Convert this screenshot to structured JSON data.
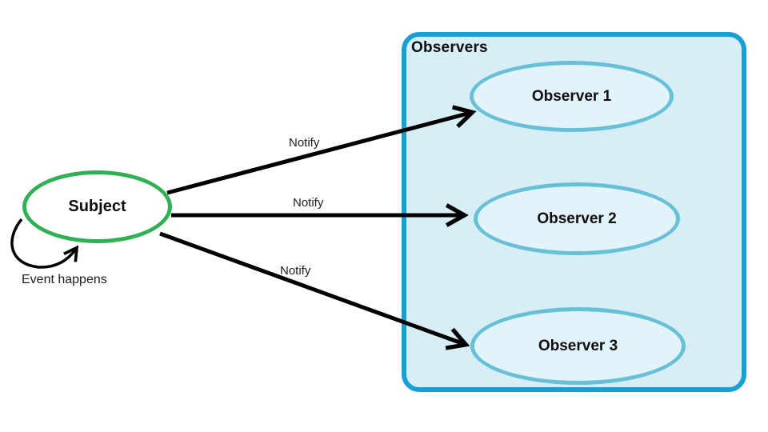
{
  "diagram": {
    "subject": {
      "label": "Subject"
    },
    "event_label": "Event happens",
    "box": {
      "title": "Observers"
    },
    "observers": [
      {
        "label": "Observer 1"
      },
      {
        "label": "Observer 2"
      },
      {
        "label": "Observer 3"
      }
    ],
    "notify_labels": [
      "Notify",
      "Notify",
      "Notify"
    ],
    "colors": {
      "subject_border": "#2fb054",
      "box_border": "#18a0d6",
      "box_fill": "#d8eef7",
      "observer_border": "#68c0d8",
      "observer_fill": "#e2f3f9",
      "arrow": "#000000",
      "text": "#0d0d0d"
    }
  }
}
